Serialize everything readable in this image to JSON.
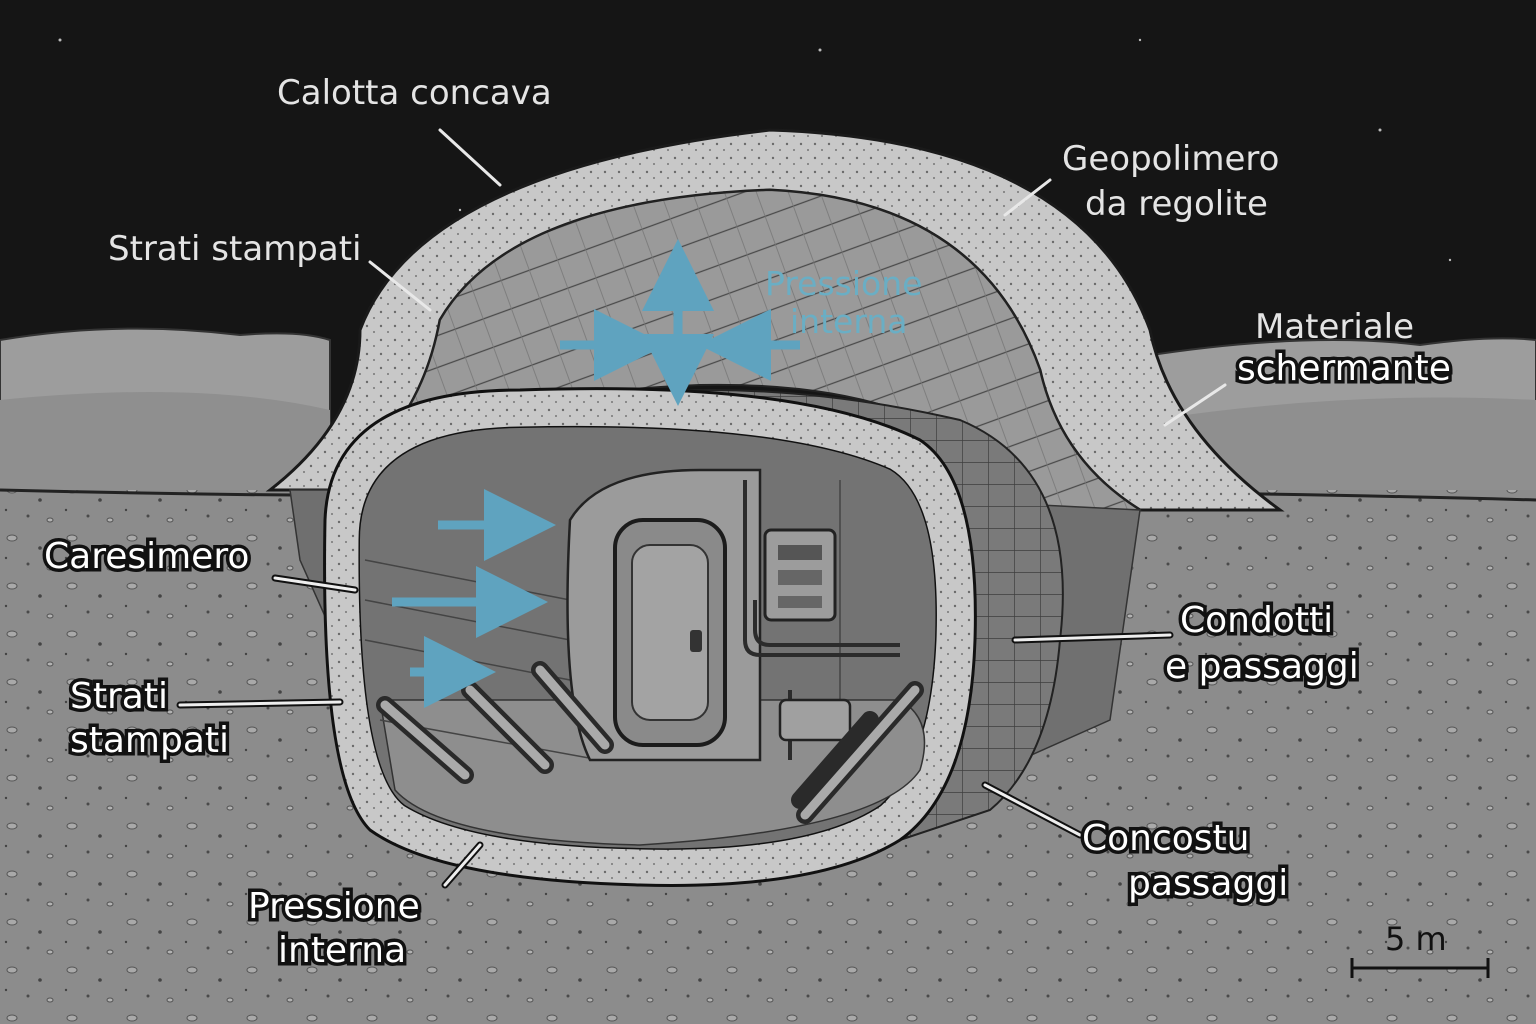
{
  "labels": {
    "calotta": "Calotta concava",
    "geopolimero_1": "Geopolimero",
    "geopolimero_2": "da regolite",
    "strati_top": "Strati stampati",
    "pressione_top_1": "Pressione",
    "pressione_top_2": "interna",
    "materiale_1": "Materiale",
    "materiale_2": "schermante",
    "caresimero": "Caresimero",
    "condotti_1": "Condotti",
    "condotti_2": "e passaggi",
    "strati_left_1": "Strati",
    "strati_left_2": "stampati",
    "concostu_1": "Concostu",
    "concostu_2": "passaggi",
    "pressione_bottom_1": "Pressione",
    "pressione_bottom_2": "interna",
    "scale": "5 m"
  },
  "colors": {
    "sky": "#151515",
    "ground": "#8a8a8a",
    "shell": "#c9c9c9",
    "interior": "#6e6e6e",
    "arrow": "#5fa3bf"
  },
  "icons": [
    "pressure-arrow-icon",
    "hatch-door-icon",
    "control-panel-icon",
    "pipe-icon"
  ]
}
